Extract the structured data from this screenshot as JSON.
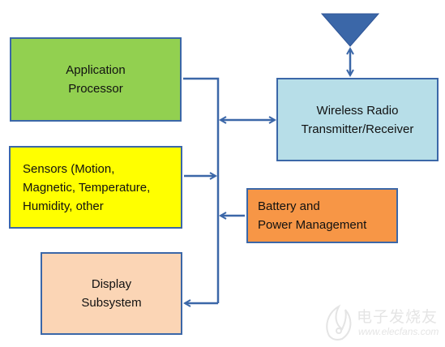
{
  "colors": {
    "connector": "#3b67a8",
    "antenna": "#3b67a8",
    "box_border": "#3b67a8",
    "application_processor": "#92d050",
    "sensors": "#ffff00",
    "display_subsystem": "#fbd5b5",
    "wireless_radio": "#b7dee8",
    "battery_power": "#f79646"
  },
  "blocks": {
    "application_processor": {
      "label": "Application\nProcessor"
    },
    "sensors": {
      "label": "Sensors (Motion,\nMagnetic, Temperature,\nHumidity, other"
    },
    "display_subsystem": {
      "label": "Display\nSubsystem"
    },
    "wireless_radio": {
      "label": "Wireless Radio\nTransmitter/Receiver"
    },
    "battery_power": {
      "label": "Battery and\nPower Management"
    }
  },
  "watermark": {
    "text": "电子发烧友",
    "url": "www.elecfans.com"
  }
}
